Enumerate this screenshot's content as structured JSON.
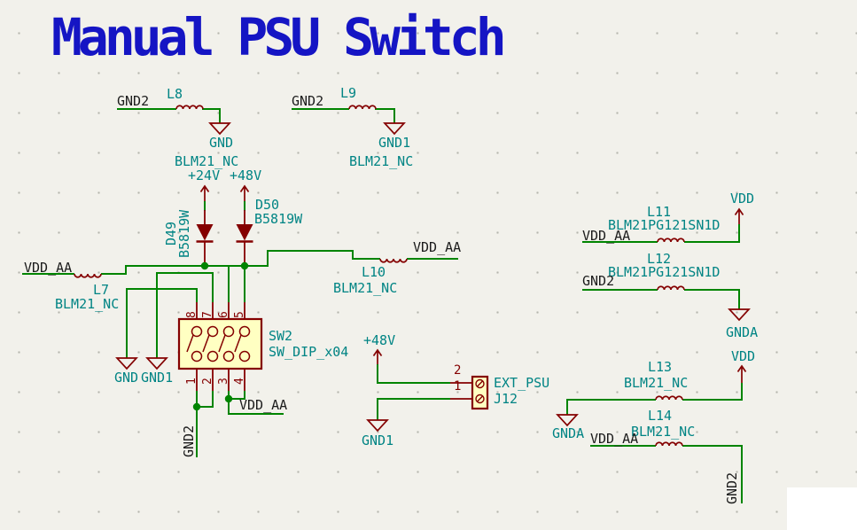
{
  "title": "Manual PSU Switch",
  "colors": {
    "background": "#F2F1EB",
    "wire_green": "#008400",
    "component_red": "#840000",
    "field_teal": "#008484",
    "net_label_black": "#1c1c1c",
    "title_blue": "#1515C4",
    "component_fill_yellow": "#FFFFC2"
  },
  "nets": {
    "gnd": "GND",
    "gnd1": "GND1",
    "gnd2": "GND2",
    "gnda": "GNDA",
    "vdd": "VDD",
    "vdd_aa": "VDD_AA",
    "p24": "+24V",
    "p48": "+48V"
  },
  "parts": {
    "l7": {
      "ref": "L7",
      "value": "BLM21_NC"
    },
    "l8": {
      "ref": "L8",
      "value": "BLM21_NC"
    },
    "l9": {
      "ref": "L9",
      "value": "BLM21_NC"
    },
    "l10": {
      "ref": "L10",
      "value": "BLM21_NC"
    },
    "l11": {
      "ref": "L11",
      "value": "BLM21PG121SN1D"
    },
    "l12": {
      "ref": "L12",
      "value": "BLM21PG121SN1D"
    },
    "l13": {
      "ref": "L13",
      "value": "BLM21_NC"
    },
    "l14": {
      "ref": "L14",
      "value": "BLM21_NC"
    },
    "d49": {
      "ref": "D49",
      "value": "B5819W"
    },
    "d50": {
      "ref": "D50",
      "value": "B5819W"
    },
    "sw2": {
      "ref": "SW2",
      "value": "SW_DIP_x04",
      "pins_top": [
        "8",
        "7",
        "6",
        "5"
      ],
      "pins_bottom": [
        "1",
        "2",
        "3",
        "4"
      ]
    },
    "j12": {
      "ref": "J12",
      "value": "EXT_PSU",
      "pin_top": "2",
      "pin_bottom": "1"
    }
  }
}
